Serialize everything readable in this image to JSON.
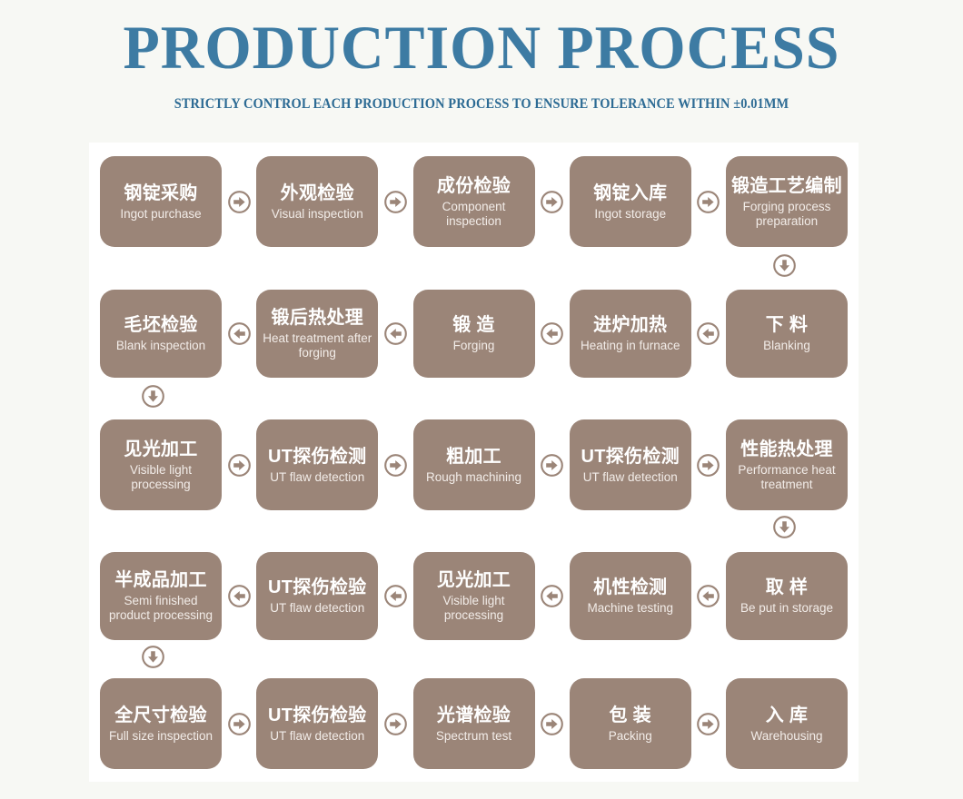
{
  "header": {
    "title": "PRODUCTION PROCESS",
    "subtitle": "STRICTLY CONTROL EACH PRODUCTION PROCESS TO ENSURE TOLERANCE WITHIN ±0.01MM",
    "title_color": "#3d7ba3",
    "subtitle_color": "#2d6b94"
  },
  "theme": {
    "page_background": "#f7f8f4",
    "panel_background": "#ffffff",
    "box_color": "#9b8578",
    "box_text_color": "#ffffff",
    "arrow_color": "#9b8578"
  },
  "flow": {
    "rows": [
      {
        "direction": "right",
        "steps": [
          {
            "cn": "钢锭采购",
            "en": "Ingot purchase"
          },
          {
            "cn": "外观检验",
            "en": "Visual inspection"
          },
          {
            "cn": "成份检验",
            "en": "Component inspection"
          },
          {
            "cn": "钢锭入库",
            "en": "Ingot storage"
          },
          {
            "cn": "锻造工艺编制",
            "en": "Forging process preparation"
          }
        ]
      },
      {
        "direction": "left",
        "steps": [
          {
            "cn": "毛坯检验",
            "en": "Blank inspection"
          },
          {
            "cn": "锻后热处理",
            "en": "Heat treatment after forging"
          },
          {
            "cn": "锻 造",
            "en": "Forging"
          },
          {
            "cn": "进炉加热",
            "en": "Heating in furnace"
          },
          {
            "cn": "下 料",
            "en": "Blanking"
          }
        ]
      },
      {
        "direction": "right",
        "steps": [
          {
            "cn": "见光加工",
            "en": "Visible light processing"
          },
          {
            "cn": "UT探伤检测",
            "en": "UT flaw detection"
          },
          {
            "cn": "粗加工",
            "en": "Rough machining"
          },
          {
            "cn": "UT探伤检测",
            "en": "UT flaw detection"
          },
          {
            "cn": "性能热处理",
            "en": "Performance heat treatment"
          }
        ]
      },
      {
        "direction": "left",
        "steps": [
          {
            "cn": "半成品加工",
            "en": "Semi finished product processing"
          },
          {
            "cn": "UT探伤检验",
            "en": "UT flaw detection"
          },
          {
            "cn": "见光加工",
            "en": "Visible light processing"
          },
          {
            "cn": "机性检测",
            "en": "Machine testing"
          },
          {
            "cn": "取 样",
            "en": "Be put in storage"
          }
        ]
      },
      {
        "direction": "right",
        "steps": [
          {
            "cn": "全尺寸检验",
            "en": "Full size inspection"
          },
          {
            "cn": "UT探伤检验",
            "en": "UT flaw detection"
          },
          {
            "cn": "光谱检验",
            "en": "Spectrum test"
          },
          {
            "cn": "包 装",
            "en": "Packing"
          },
          {
            "cn": "入 库",
            "en": "Warehousing"
          }
        ]
      }
    ],
    "row_connectors": [
      {
        "icon": "arrow-down-circle-icon",
        "side": "right"
      },
      {
        "icon": "arrow-down-circle-icon",
        "side": "left"
      },
      {
        "icon": "arrow-down-circle-icon",
        "side": "right"
      },
      {
        "icon": "arrow-down-circle-icon",
        "side": "left"
      }
    ],
    "arrow_icons": {
      "right": "arrow-right-circle-icon",
      "left": "arrow-left-circle-icon",
      "down": "arrow-down-circle-icon"
    }
  }
}
